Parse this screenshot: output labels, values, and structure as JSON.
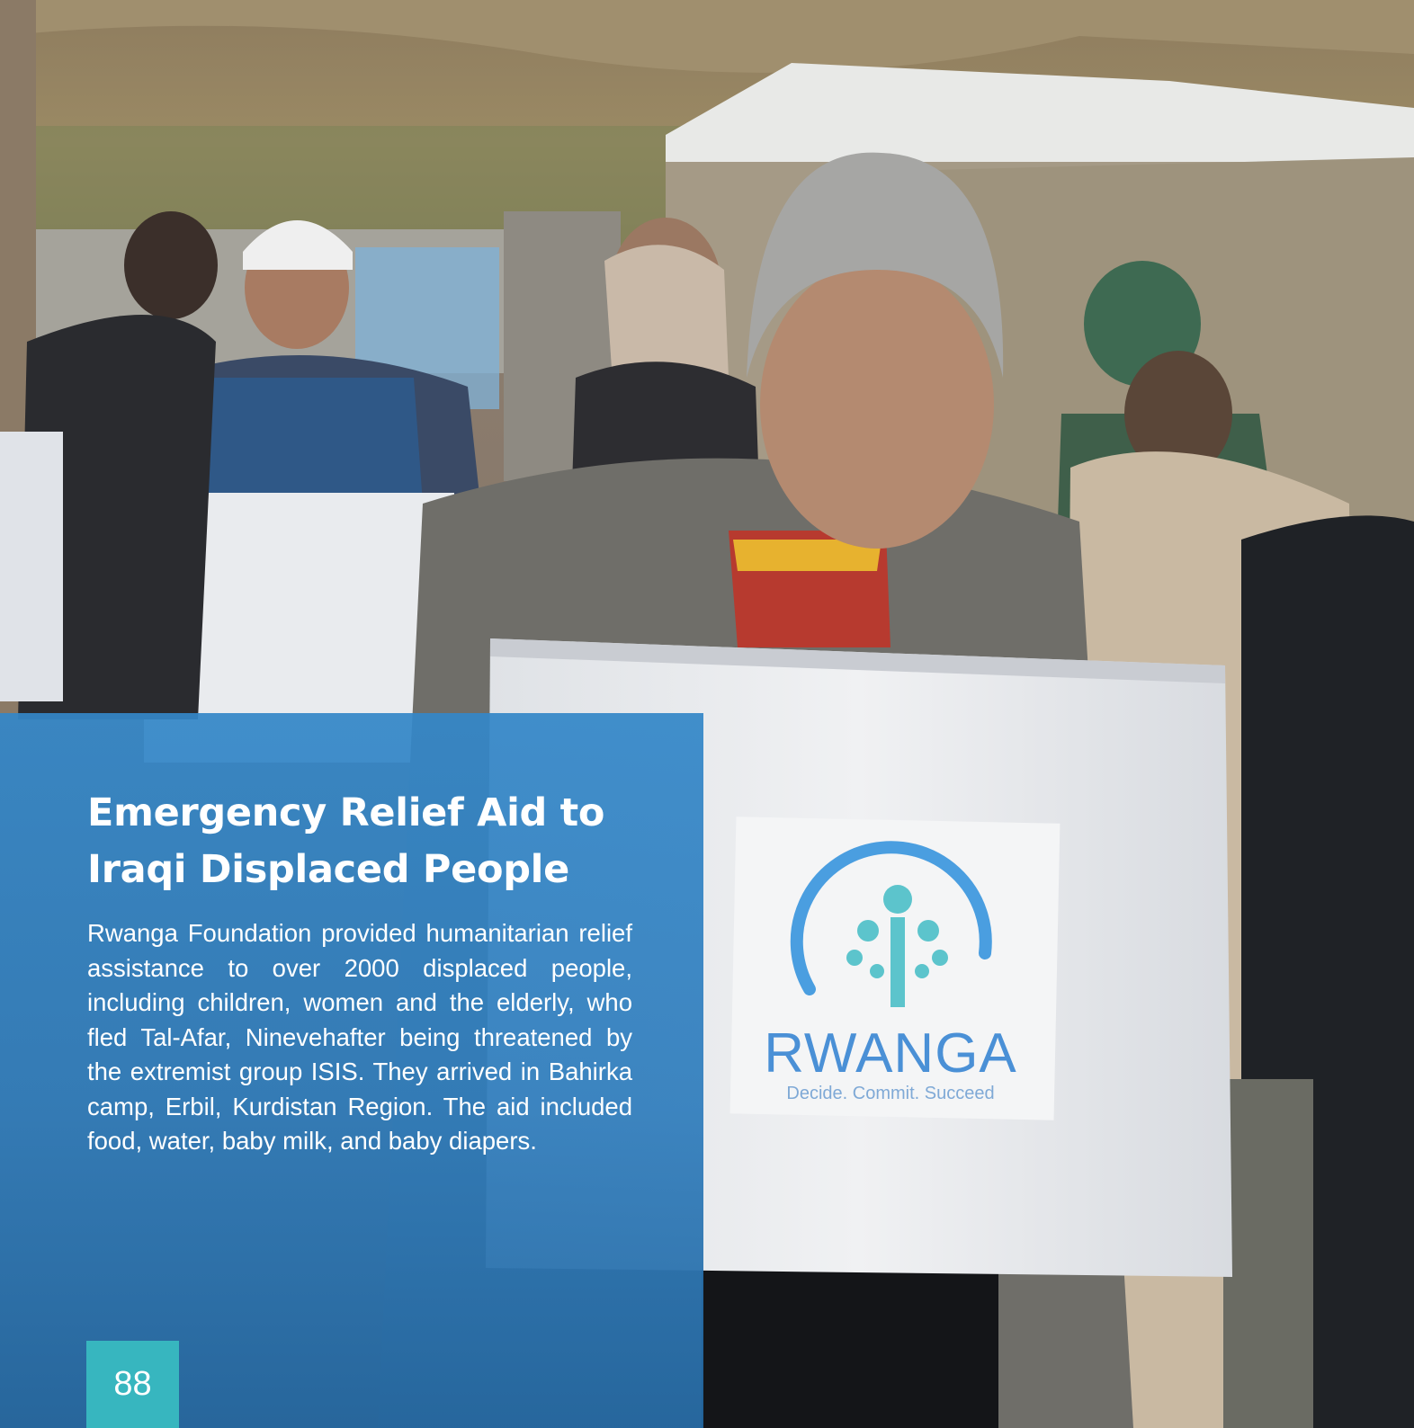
{
  "article": {
    "title": "Emergency Relief Aid to Iraqi Displaced People",
    "body": "Rwanga Foundation provided humanitarian relief assistance to over 2000 displaced people, including children, women and the elderly, who fled Tal-Afar, Ninevehafter being threatened by the extremist group ISIS. They arrived in Bahirka camp, Erbil, Kurdistan Region. The aid included food, water, baby milk, and baby diapers."
  },
  "box_label": {
    "brand": "RWANGA",
    "tagline": "Decide. Commit. Succeed"
  },
  "page": {
    "number": "88"
  },
  "colors": {
    "overlay_blue": "#3487c8",
    "page_badge_teal": "#37b6bf",
    "logo_blue": "#4a9ee0",
    "logo_tree": "#5cc4cc"
  }
}
